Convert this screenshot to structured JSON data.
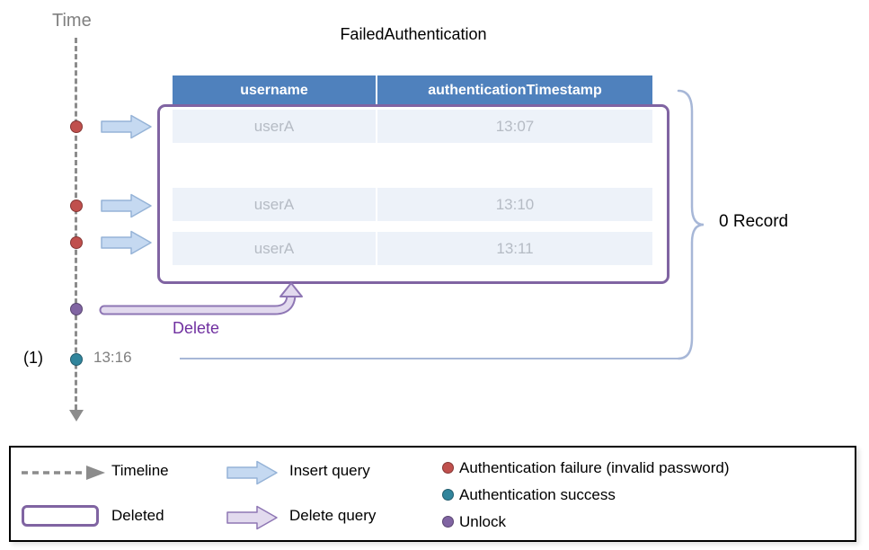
{
  "title": "FailedAuthentication",
  "timeline": {
    "label": "Time",
    "sequence_marker": "(1)",
    "success_time": "13:16",
    "delete_label": "Delete"
  },
  "table": {
    "columns": [
      "username",
      "authenticationTimestamp"
    ],
    "rows": [
      {
        "username": "userA",
        "timestamp": "13:07"
      },
      {
        "username": "userA",
        "timestamp": "13:10"
      },
      {
        "username": "userA",
        "timestamp": "13:11"
      }
    ]
  },
  "annotation": {
    "record_count": "0 Record"
  },
  "legend": {
    "timeline": "Timeline",
    "deleted": "Deleted",
    "insert_query": "Insert query",
    "delete_query": "Delete query",
    "auth_failure": "Authentication failure (invalid password)",
    "auth_success": "Authentication success",
    "unlock": "Unlock"
  },
  "colors": {
    "headerBlue": "#4F81BD",
    "rowBg": "#EDF2F9",
    "rowText": "#B5BBC4",
    "purple": "#8064A2",
    "deleteText": "#7030A0",
    "red": "#C0504D",
    "teal": "#31859C",
    "insertFill": "#C5D9F1",
    "insertStroke": "#95B3D7",
    "deleteFill": "#E2DAEE",
    "deleteStroke": "#8E76B4",
    "brace": "#A7B7D7"
  }
}
